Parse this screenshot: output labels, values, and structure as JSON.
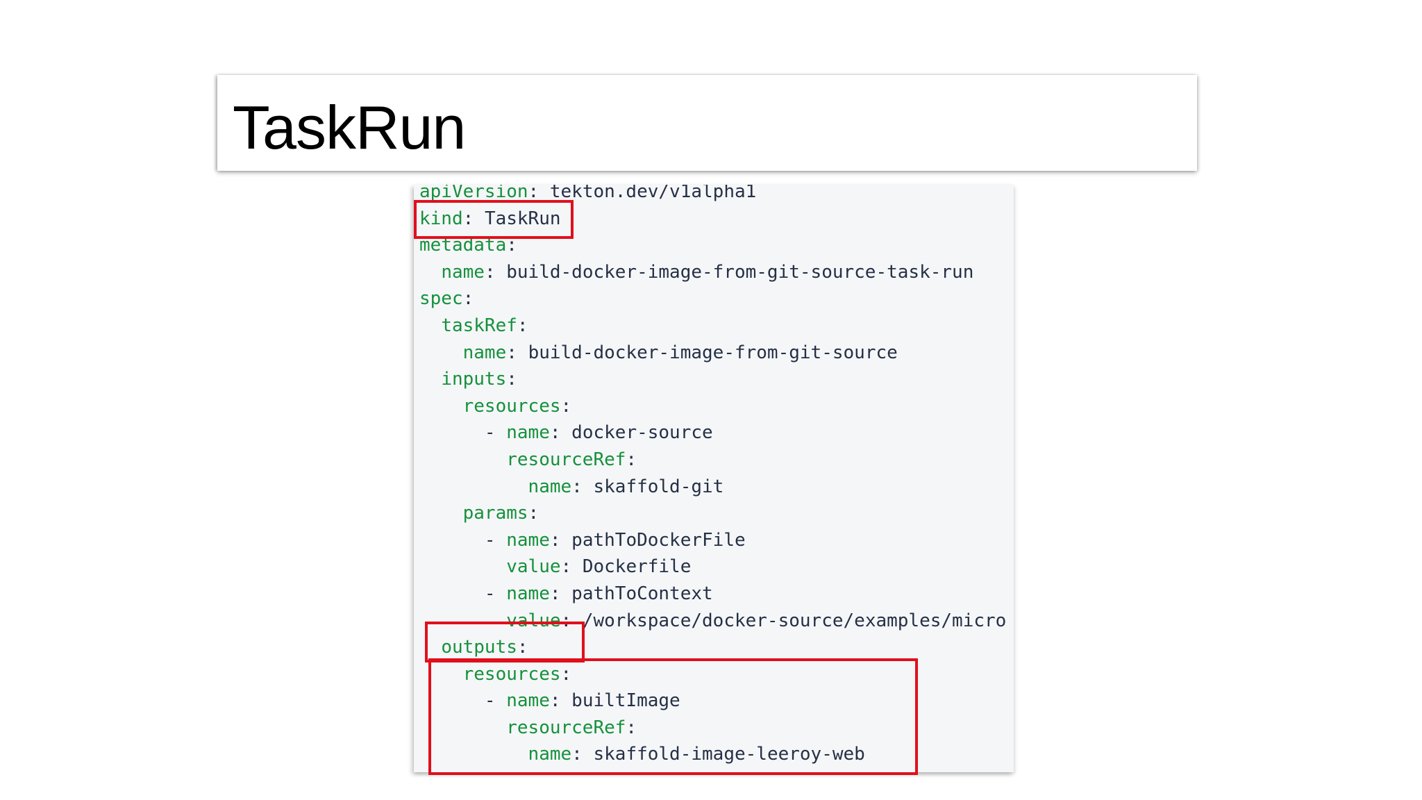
{
  "slide": {
    "title": "TaskRun"
  },
  "code": {
    "lines": [
      {
        "indent": "",
        "dash": "",
        "key": "apiVersion",
        "value": "tekton.dev/v1alpha1"
      },
      {
        "indent": "",
        "dash": "",
        "key": "kind",
        "value": "TaskRun"
      },
      {
        "indent": "",
        "dash": "",
        "key": "metadata",
        "value": ""
      },
      {
        "indent": "  ",
        "dash": "",
        "key": "name",
        "value": "build-docker-image-from-git-source-task-run"
      },
      {
        "indent": "",
        "dash": "",
        "key": "spec",
        "value": ""
      },
      {
        "indent": "  ",
        "dash": "",
        "key": "taskRef",
        "value": ""
      },
      {
        "indent": "    ",
        "dash": "",
        "key": "name",
        "value": "build-docker-image-from-git-source"
      },
      {
        "indent": "  ",
        "dash": "",
        "key": "inputs",
        "value": ""
      },
      {
        "indent": "    ",
        "dash": "",
        "key": "resources",
        "value": ""
      },
      {
        "indent": "      ",
        "dash": "- ",
        "key": "name",
        "value": "docker-source"
      },
      {
        "indent": "        ",
        "dash": "",
        "key": "resourceRef",
        "value": ""
      },
      {
        "indent": "          ",
        "dash": "",
        "key": "name",
        "value": "skaffold-git"
      },
      {
        "indent": "    ",
        "dash": "",
        "key": "params",
        "value": ""
      },
      {
        "indent": "      ",
        "dash": "- ",
        "key": "name",
        "value": "pathToDockerFile"
      },
      {
        "indent": "        ",
        "dash": "",
        "key": "value",
        "value": "Dockerfile"
      },
      {
        "indent": "      ",
        "dash": "- ",
        "key": "name",
        "value": "pathToContext"
      },
      {
        "indent": "        ",
        "dash": "",
        "key": "value",
        "value": "/workspace/docker-source/examples/micro"
      },
      {
        "indent": "  ",
        "dash": "",
        "key": "outputs",
        "value": ""
      },
      {
        "indent": "    ",
        "dash": "",
        "key": "resources",
        "value": ""
      },
      {
        "indent": "      ",
        "dash": "- ",
        "key": "name",
        "value": "builtImage"
      },
      {
        "indent": "        ",
        "dash": "",
        "key": "resourceRef",
        "value": ""
      },
      {
        "indent": "          ",
        "dash": "",
        "key": "name",
        "value": "skaffold-image-leeroy-web"
      }
    ]
  },
  "highlights": [
    {
      "target": "kind",
      "color": "#e0101b"
    },
    {
      "target": "outputs",
      "color": "#e0101b"
    },
    {
      "target": "outputs-resources",
      "color": "#e0101b"
    }
  ],
  "colors": {
    "key": "#15913c",
    "value": "#253045",
    "code_background": "#f5f6f8",
    "highlight": "#e0101b"
  }
}
